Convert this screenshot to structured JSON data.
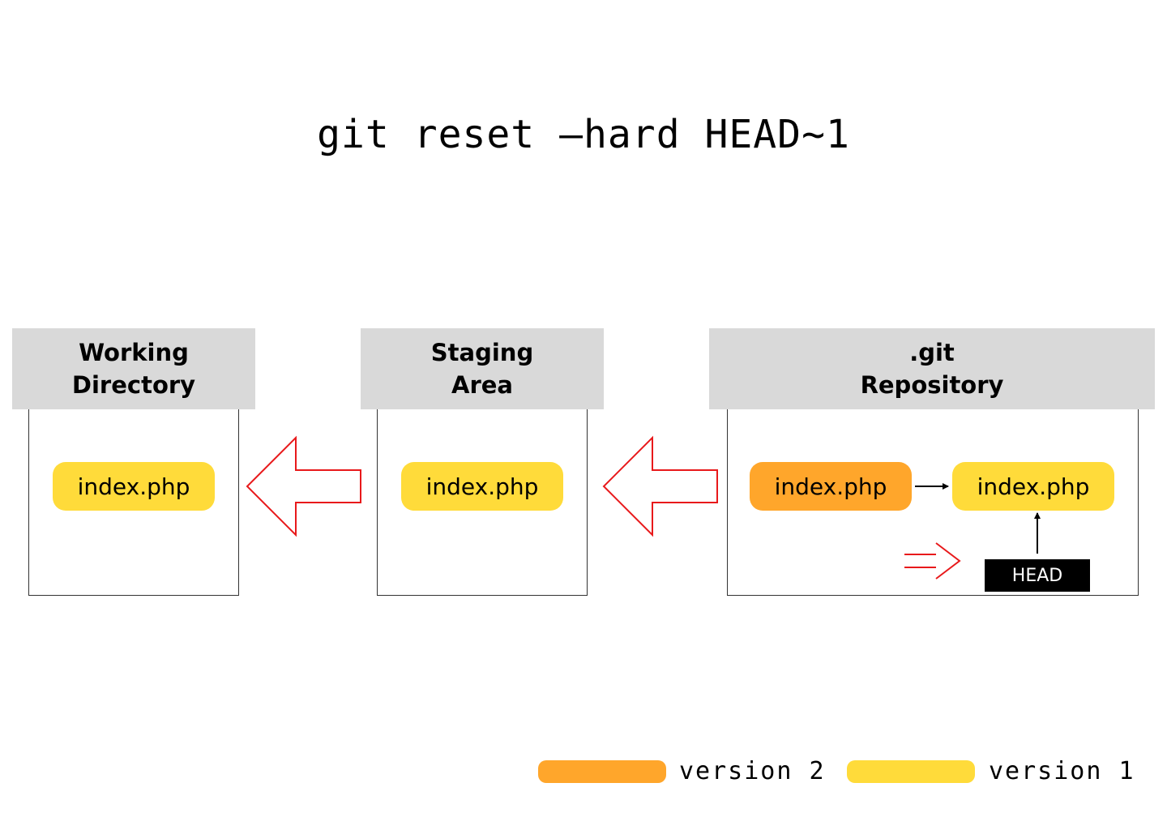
{
  "title": "git reset —hard HEAD~1",
  "colors": {
    "version2": "#ffa62b",
    "version1": "#ffdb3a",
    "header_bg": "#d9d9d9",
    "arrow": "#e8191b"
  },
  "panels": [
    {
      "line1": "Working",
      "line2": "Directory"
    },
    {
      "line1": "Staging",
      "line2": "Area"
    },
    {
      "line1": ".git",
      "line2": "Repository"
    }
  ],
  "chips": {
    "working": "index.php",
    "staging": "index.php",
    "repo_v2": "index.php",
    "repo_v1": "index.php"
  },
  "head_label": "HEAD",
  "legend": {
    "version2": "version 2",
    "version1": "version 1"
  }
}
